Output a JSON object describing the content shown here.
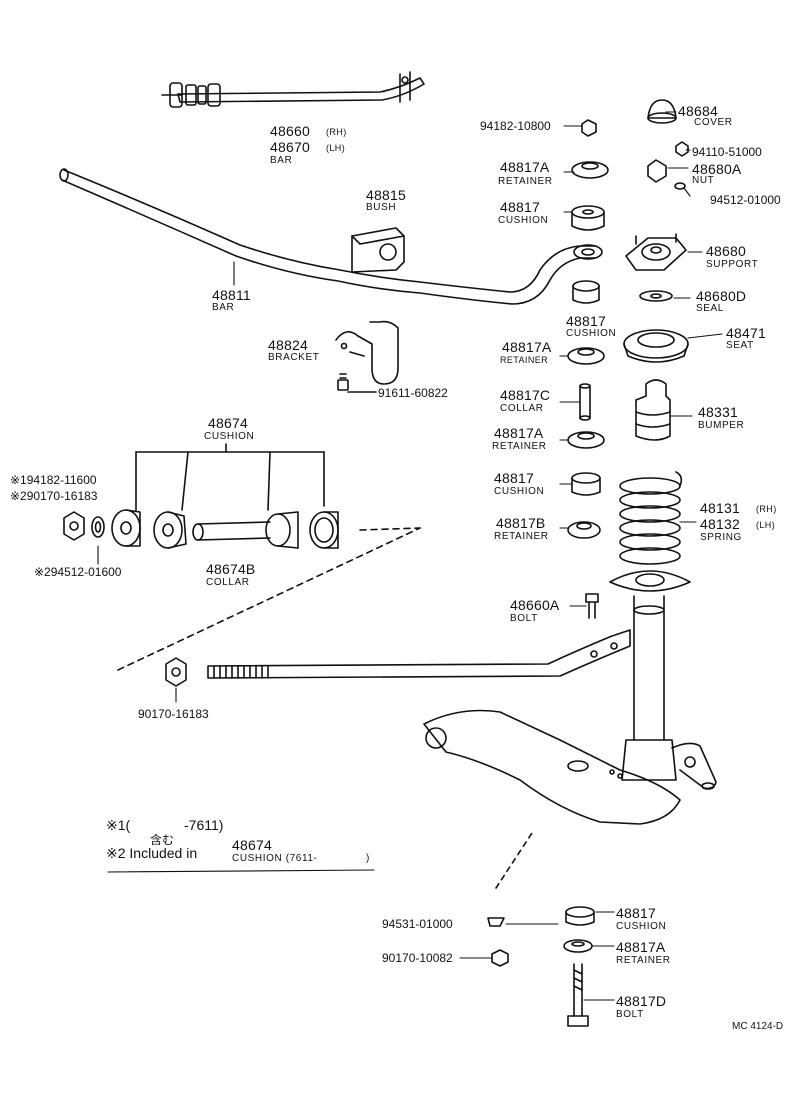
{
  "parts": {
    "p48660": {
      "num": "48660",
      "side": "(RH)"
    },
    "p48670": {
      "num": "48670",
      "side": "(LH)",
      "name": "BAR"
    },
    "p94182_10800": {
      "num": "94182-10800"
    },
    "p48684": {
      "num": "48684",
      "name": "COVER"
    },
    "p94110": {
      "num": "94110-51000"
    },
    "p48680A": {
      "num": "48680A",
      "name": "NUT"
    },
    "p94512_01000": {
      "num": "94512-01000"
    },
    "p48817A_1": {
      "num": "48817A",
      "name": "RETAINER"
    },
    "p48815": {
      "num": "48815",
      "name": "BUSH"
    },
    "p48817_1": {
      "num": "48817",
      "name": "CUSHION"
    },
    "p48680": {
      "num": "48680",
      "name": "SUPPORT"
    },
    "p48811": {
      "num": "48811",
      "name": "BAR"
    },
    "p48680D": {
      "num": "48680D",
      "name": "SEAL"
    },
    "p48817_2": {
      "num": "48817",
      "name": "CUSHION"
    },
    "p48471": {
      "num": "48471",
      "name": "SEAT"
    },
    "p48824": {
      "num": "48824",
      "name": "BRACKET"
    },
    "p48817A_2": {
      "num": "48817A",
      "name": "RETAINER"
    },
    "p91611": {
      "num": "91611-60822"
    },
    "p48817C": {
      "num": "48817C",
      "name": "COLLAR"
    },
    "p48331": {
      "num": "48331",
      "name": "BUMPER"
    },
    "p48674": {
      "num": "48674",
      "name": "CUSHION"
    },
    "p48817A_3": {
      "num": "48817A",
      "name": "RETAINER"
    },
    "x1": {
      "text": "※194182-11600"
    },
    "x2": {
      "text": "※290170-16183"
    },
    "p48817_3": {
      "num": "48817",
      "name": "CUSHION"
    },
    "p48131": {
      "num": "48131",
      "side": "(RH)"
    },
    "p48132": {
      "num": "48132",
      "side": "(LH)",
      "name": "SPRING"
    },
    "p48817B": {
      "num": "48817B",
      "name": "RETAINER"
    },
    "p48674B": {
      "num": "48674B",
      "name": "COLLAR"
    },
    "x3": {
      "text": "※294512-01600"
    },
    "p48660A": {
      "num": "48660A",
      "name": "BOLT"
    },
    "p90170_16183": {
      "num": "90170-16183"
    },
    "p94531": {
      "num": "94531-01000"
    },
    "p48817_4": {
      "num": "48817",
      "name": "CUSHION"
    },
    "p90170_10082": {
      "num": "90170-10082"
    },
    "p48817A_4": {
      "num": "48817A",
      "name": "RETAINER"
    },
    "p48817D": {
      "num": "48817D",
      "name": "BOLT"
    }
  },
  "notes": {
    "n1": "※1(",
    "n1_range": "-7611)",
    "n1_jp": "含む",
    "n2": "※2 Included in",
    "n2_num": "48674",
    "n2_name": "CUSHION (7611-",
    "n2_close": ")"
  },
  "drawing_code": "MC 4124-D"
}
